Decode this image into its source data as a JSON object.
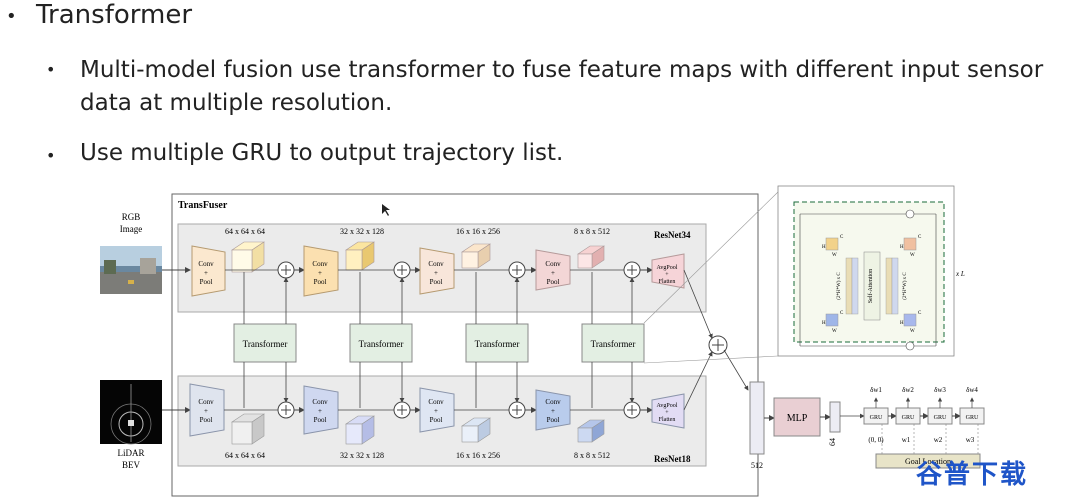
{
  "slide": {
    "bullet_main": "Transformer",
    "bullet_1": "Multi-model fusion use transformer to fuse feature maps with different input sensor data at multiple resolution.",
    "bullet_2": "Use multiple GRU to output trajectory list."
  },
  "diagram": {
    "title": "TransFuser",
    "rgb_label": "RGB",
    "rgb_label2": "Image",
    "lidar_label": "LiDAR",
    "lidar_label2": "BEV",
    "backbone_top": "ResNet34",
    "backbone_bottom": "ResNet18",
    "conv1": "Conv",
    "conv2": "+",
    "conv3": "Pool",
    "pool1": "AvgPool",
    "pool2": "+",
    "pool3": "Flatten",
    "transformer": "Transformer",
    "dims": [
      "64 x 64 x 64",
      "32 x 32 x 128",
      "16 x 16 x 256",
      "8 x 8 x 512"
    ],
    "mlp": "MLP",
    "dim_512": "512",
    "dim_64": "64",
    "gru": "GRU",
    "origin": "(0, 0)",
    "goal": "Goal Location",
    "deltas": [
      "δw1",
      "δw2",
      "δw3",
      "δw4"
    ],
    "ws": [
      "w1",
      "w2",
      "w3"
    ],
    "inset": {
      "self_attention": "Self-Attention",
      "h": "H",
      "w": "W",
      "c": "C",
      "xl": "x L",
      "reshape": "(2*H*W) x C"
    }
  },
  "watermark": "谷普下载",
  "colors": {
    "top_stream_bg": "#ebebeb",
    "transformer_fill": "#e3efe3",
    "goal_fill": "#e8e4c8",
    "mlp_fill": "#e9cfd3",
    "watermark": "#1f55c8"
  }
}
